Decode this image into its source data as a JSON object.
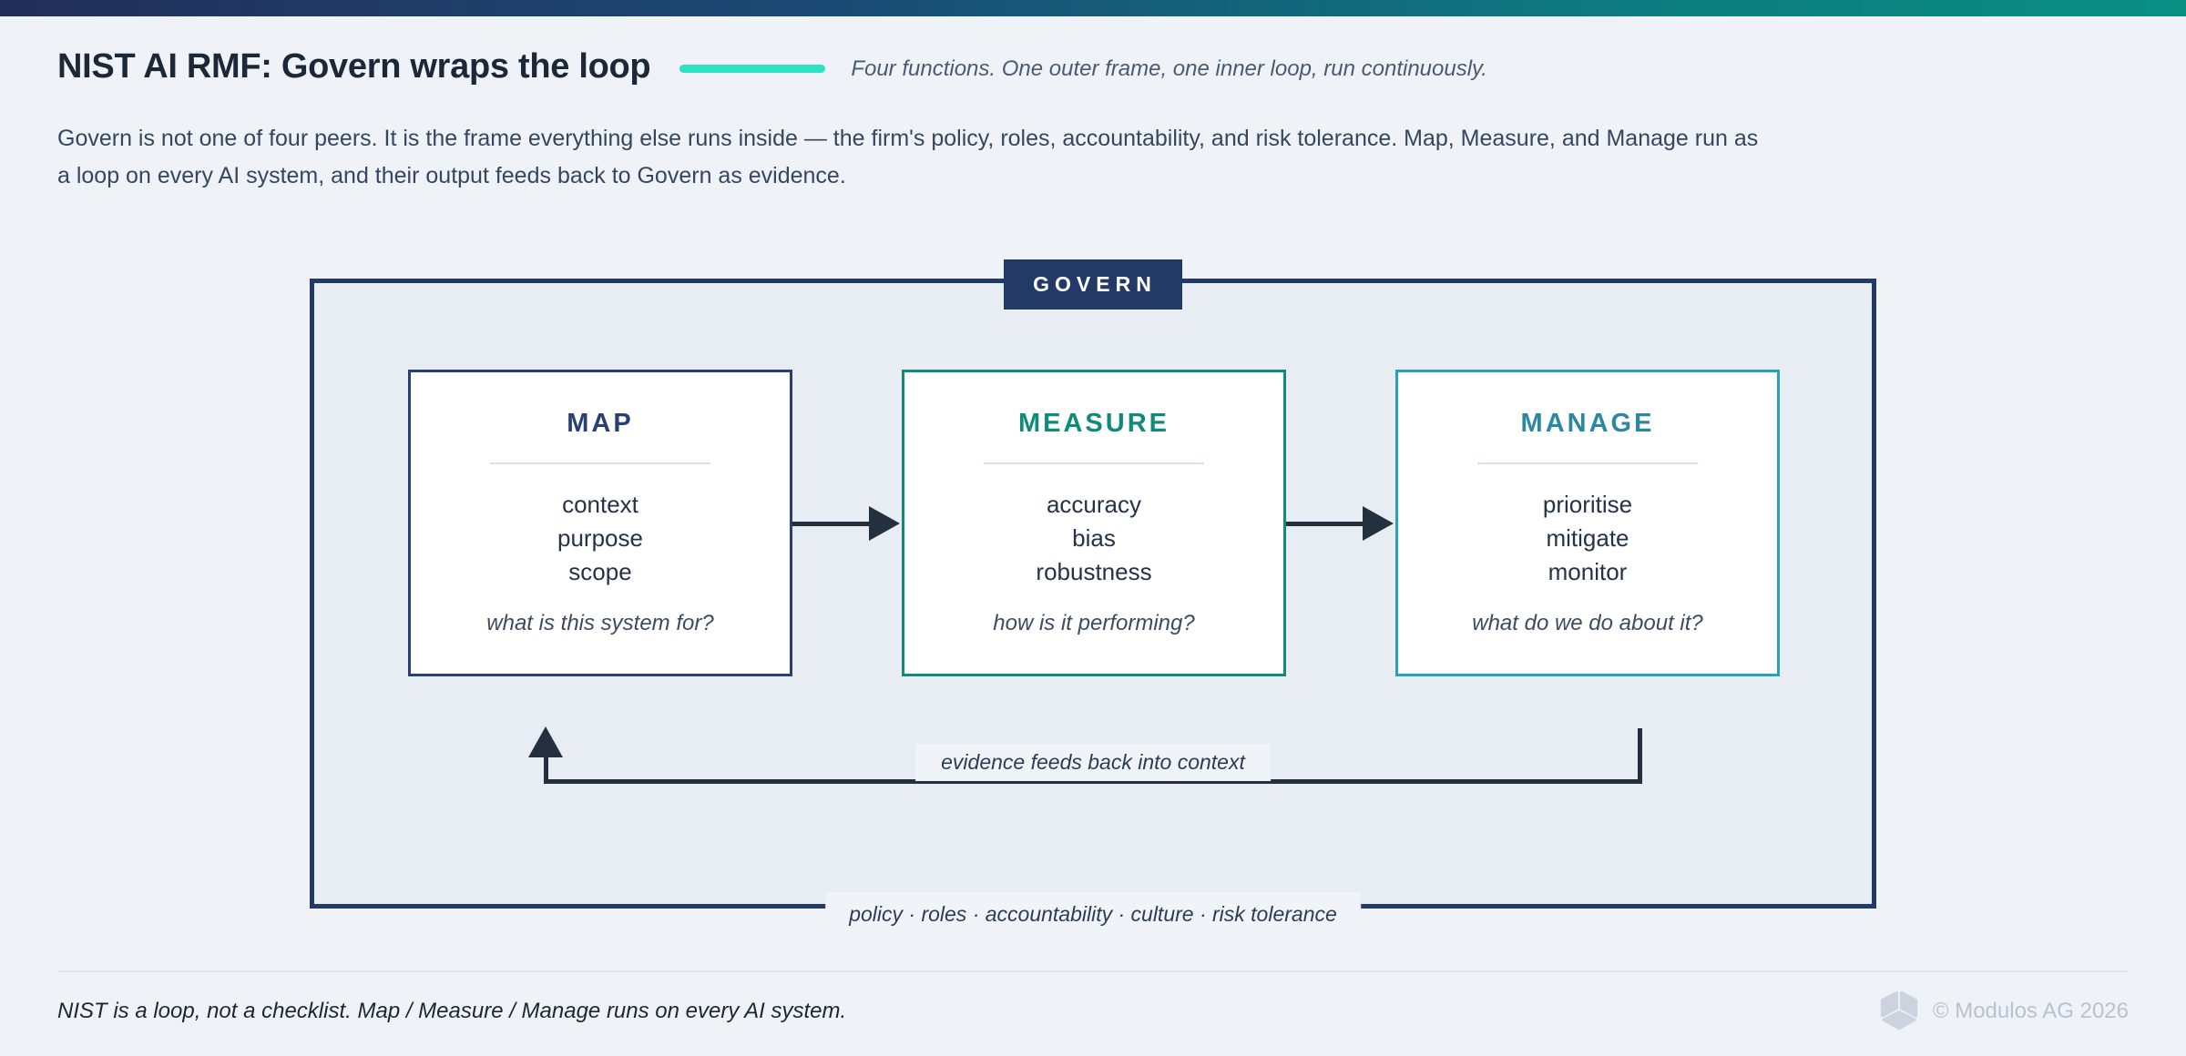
{
  "header": {
    "title": "NIST AI RMF: Govern wraps the loop",
    "subtitle": "Four functions. One outer frame, one inner loop, run continuously.",
    "intro": "Govern is not one of four peers. It is the frame everything else runs inside — the firm's policy, roles, accountability, and risk tolerance. Map, Measure, and Manage run as a loop on every AI system, and their output feeds back to Govern as evidence."
  },
  "diagram": {
    "govern_label": "GOVERN",
    "boxes": [
      {
        "title": "MAP",
        "items": [
          "context",
          "purpose",
          "scope"
        ],
        "question": "what is this system for?",
        "accent": "#2a3f72"
      },
      {
        "title": "MEASURE",
        "items": [
          "accuracy",
          "bias",
          "robustness"
        ],
        "question": "how is it performing?",
        "accent": "#0e8b79"
      },
      {
        "title": "MANAGE",
        "items": [
          "prioritise",
          "mitigate",
          "monitor"
        ],
        "question": "what do we do about it?",
        "accent": "#2aa0b8"
      }
    ],
    "feedback_label": "evidence feeds back into context",
    "govern_footer_label": "policy · roles · accountability · culture · risk tolerance"
  },
  "footer": {
    "note": "NIST is a loop, not a checklist. Map / Measure / Manage runs on every AI system.",
    "copyright": "© Modulos AG 2026"
  },
  "colors": {
    "navy": "#243a66",
    "teal_green": "#0e8b79",
    "teal_cyan": "#2aa0b8",
    "mint_accent": "#2ee3c4",
    "arrow": "#25303f",
    "page_bg": "#eff3f8",
    "govern_fill": "#e8edf3"
  }
}
